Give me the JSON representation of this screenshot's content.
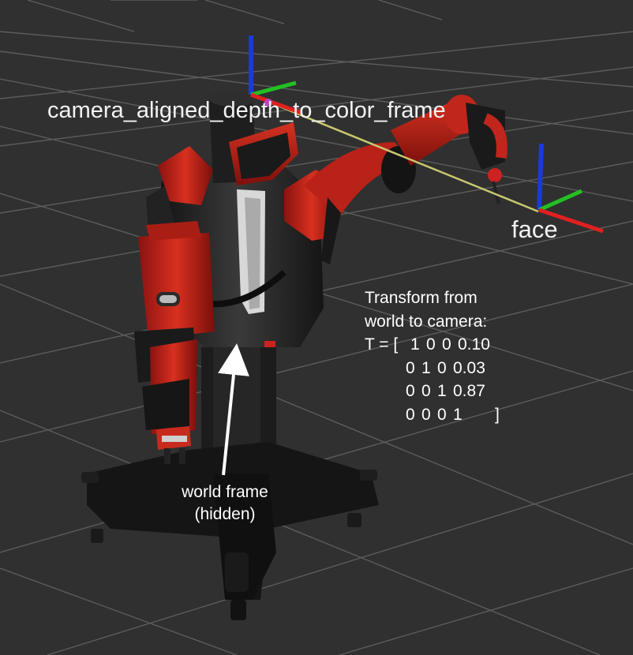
{
  "frames": {
    "camera_label": "camera_aligned_depth_to_color_frame",
    "face_label": "face"
  },
  "annotation": {
    "line1": "Transform from",
    "line2": "world to camera:",
    "prefix": "T = [",
    "matrix": [
      [
        "1",
        "0",
        "0",
        "0.10"
      ],
      [
        "0",
        "1",
        "0",
        "0.03"
      ],
      [
        "0",
        "0",
        "1",
        "0.87"
      ],
      [
        "0",
        "0",
        "0",
        "1"
      ]
    ],
    "suffix": "]"
  },
  "world_label": {
    "line1": "world frame",
    "line2": "(hidden)"
  },
  "colors": {
    "background": "#303030",
    "grid": "#5a5a5a",
    "robot_red": "#c0221a",
    "robot_dark": "#1a1a1a",
    "axis_x": "#e02020",
    "axis_y": "#22c022",
    "axis_z": "#1a3ad8",
    "tf_link": "#c8c870"
  }
}
